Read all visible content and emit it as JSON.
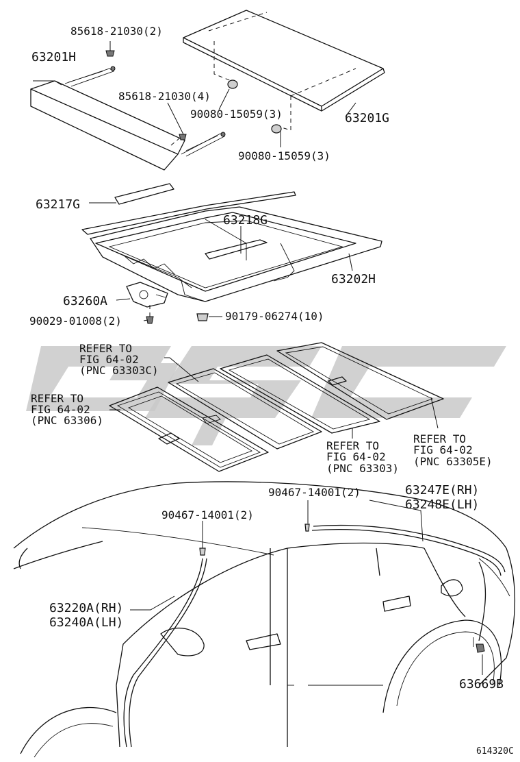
{
  "labels": {
    "p85618_top": "85618-21030(2)",
    "p63201H": "63201H",
    "p85618_mid": "85618-21030(4)",
    "p90080_a": "90080-15059(3)",
    "p90080_b": "90080-15059(3)",
    "p63201G": "63201G",
    "p63217G": "63217G",
    "p63218G": "63218G",
    "p63202H": "63202H",
    "p63260A": "63260A",
    "p90029": "90029-01008(2)",
    "p90179": "90179-06274(10)",
    "ref_c": [
      "REFER TO",
      "FIG 64-02",
      "(PNC 63303C)"
    ],
    "ref_306": [
      "REFER TO",
      "FIG 64-02",
      "(PNC 63306)"
    ],
    "ref_303": [
      "REFER TO",
      "FIG 64-02",
      "(PNC 63303)"
    ],
    "ref_305e": [
      "REFER TO",
      "FIG 64-02",
      "(PNC 63305E)"
    ],
    "p90467_right": "90467-14001(2)",
    "p63247E": "63247E(RH)",
    "p63248E": "63248E(LH)",
    "p90467_left": "90467-14001(2)",
    "p63220A": "63220A(RH)",
    "p63240A": "63240A(LH)",
    "p63669B": "63669B",
    "figure_code": "614320C"
  }
}
